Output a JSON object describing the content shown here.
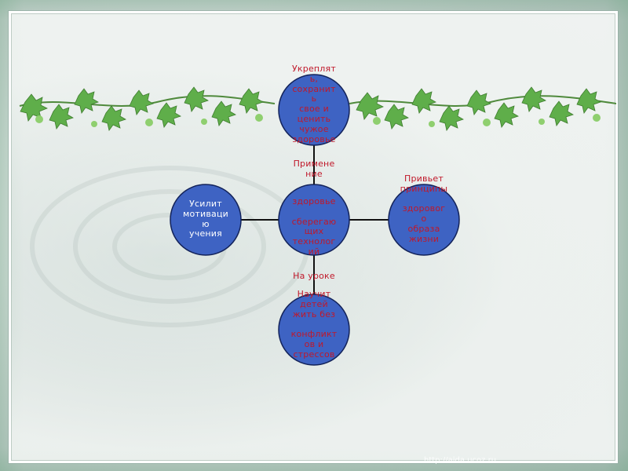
{
  "colors": {
    "circle_fill": "#3e63c3",
    "circle_stroke": "#13235a",
    "connector": "#111111",
    "label_red": "#c0182a",
    "label_white": "#ffffff",
    "leaf_green": "#5fae4a"
  },
  "diagram": {
    "top": {
      "lines": [
        "Укреплят",
        "ь,",
        "сохранит",
        "ь",
        "свое и",
        "ценить",
        "чужое",
        "здоровье"
      ]
    },
    "center": {
      "above_lines": [
        "Примене",
        "ние"
      ],
      "inner_lines": [
        "здоровье",
        "",
        "сберегаю",
        "щих",
        "технолог",
        "ий"
      ],
      "below_lines": [
        "На уроке"
      ]
    },
    "left": {
      "lines": [
        "Усилит",
        "мотиваци",
        "ю",
        "учения"
      ]
    },
    "right": {
      "lines": [
        "Привьет",
        "принципы",
        "",
        "здоровог",
        "о",
        "образа",
        "жизни"
      ]
    },
    "bottom": {
      "lines": [
        "Научит",
        "детей",
        "жить без",
        "",
        "конфликт",
        "ов и",
        "стрессов"
      ]
    }
  },
  "watermark": "http://aida.ucoz.ru"
}
